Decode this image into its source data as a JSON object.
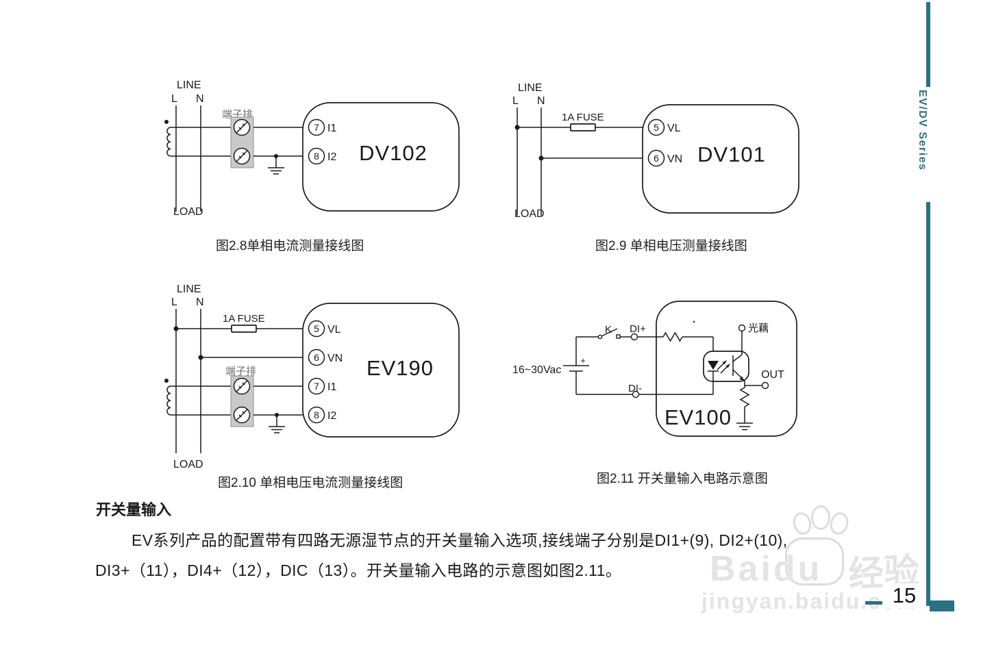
{
  "page": {
    "number": "15",
    "series_label": "EV/DV Series"
  },
  "colors": {
    "accent": "#2a7186",
    "ink": "#1a1a1a",
    "terminal_strip": "#c9c9c9",
    "gray_label": "#6e6e6e",
    "watermark": "#e4e4e4"
  },
  "watermark": {
    "brand": "Baidu",
    "suffix": "经验",
    "url": "jingyan.baidu.com"
  },
  "diagrams": {
    "dv102": {
      "device": "DV102",
      "line": "LINE",
      "l": "L",
      "n": "N",
      "load": "LOAD",
      "terminal_block": "端子排",
      "ports": [
        {
          "num": "7",
          "name": "I1"
        },
        {
          "num": "8",
          "name": "I2"
        }
      ],
      "caption": "图2.8单相电流测量接线图"
    },
    "dv101": {
      "device": "DV101",
      "line": "LINE",
      "l": "L",
      "n": "N",
      "load": "LOAD",
      "fuse": "1A FUSE",
      "ports": [
        {
          "num": "5",
          "name": "VL"
        },
        {
          "num": "6",
          "name": "VN"
        }
      ],
      "caption": "图2.9 单相电压测量接线图"
    },
    "ev190": {
      "device": "EV190",
      "line": "LINE",
      "l": "L",
      "n": "N",
      "load": "LOAD",
      "fuse": "1A FUSE",
      "terminal_block": "端子排",
      "ports": [
        {
          "num": "5",
          "name": "VL"
        },
        {
          "num": "6",
          "name": "VN"
        },
        {
          "num": "7",
          "name": "I1"
        },
        {
          "num": "8",
          "name": "I2"
        }
      ],
      "caption": "图2.10 单相电压电流测量接线图"
    },
    "ev100": {
      "device": "EV100",
      "source": "16~30Vac",
      "plus": "+",
      "switch": "K",
      "di_plus": "DI+",
      "di_minus": "DI-",
      "opto": "光藕",
      "out": "OUT",
      "caption": "图2.11 开关量输入电路示意图"
    }
  },
  "section": {
    "heading": "开关量输入",
    "line1": "EV系列产品的配置带有四路无源湿节点的开关量输入选项,接线端子分别是DI1+(9), DI2+(10),",
    "line2": "DI3+（11），DI4+（12），DIC（13）。开关量输入电路的示意图如图2.11。"
  }
}
